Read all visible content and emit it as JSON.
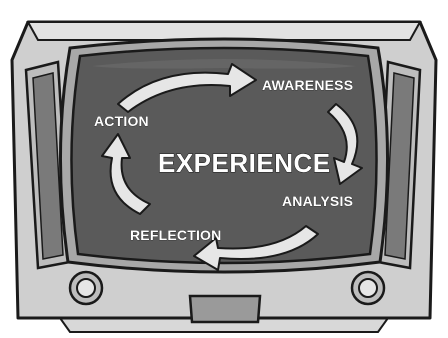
{
  "diagram": {
    "center_label": "EXPERIENCE",
    "cycle_steps": [
      {
        "label": "AWARENESS"
      },
      {
        "label": "ANALYSIS"
      },
      {
        "label": "REFLECTION"
      },
      {
        "label": "ACTION"
      }
    ]
  },
  "colors": {
    "tv_body": "#cfcfcf",
    "tv_outline": "#1a1a1a",
    "screen": "#5a5a5a",
    "speaker_panel": "#8a8a8a",
    "arrow_fill": "#e6e6e6",
    "label_text": "#ffffff"
  },
  "icons": {
    "left_knob": "knob-icon",
    "right_knob": "knob-icon",
    "bottom_panel": "panel-slot-icon"
  }
}
